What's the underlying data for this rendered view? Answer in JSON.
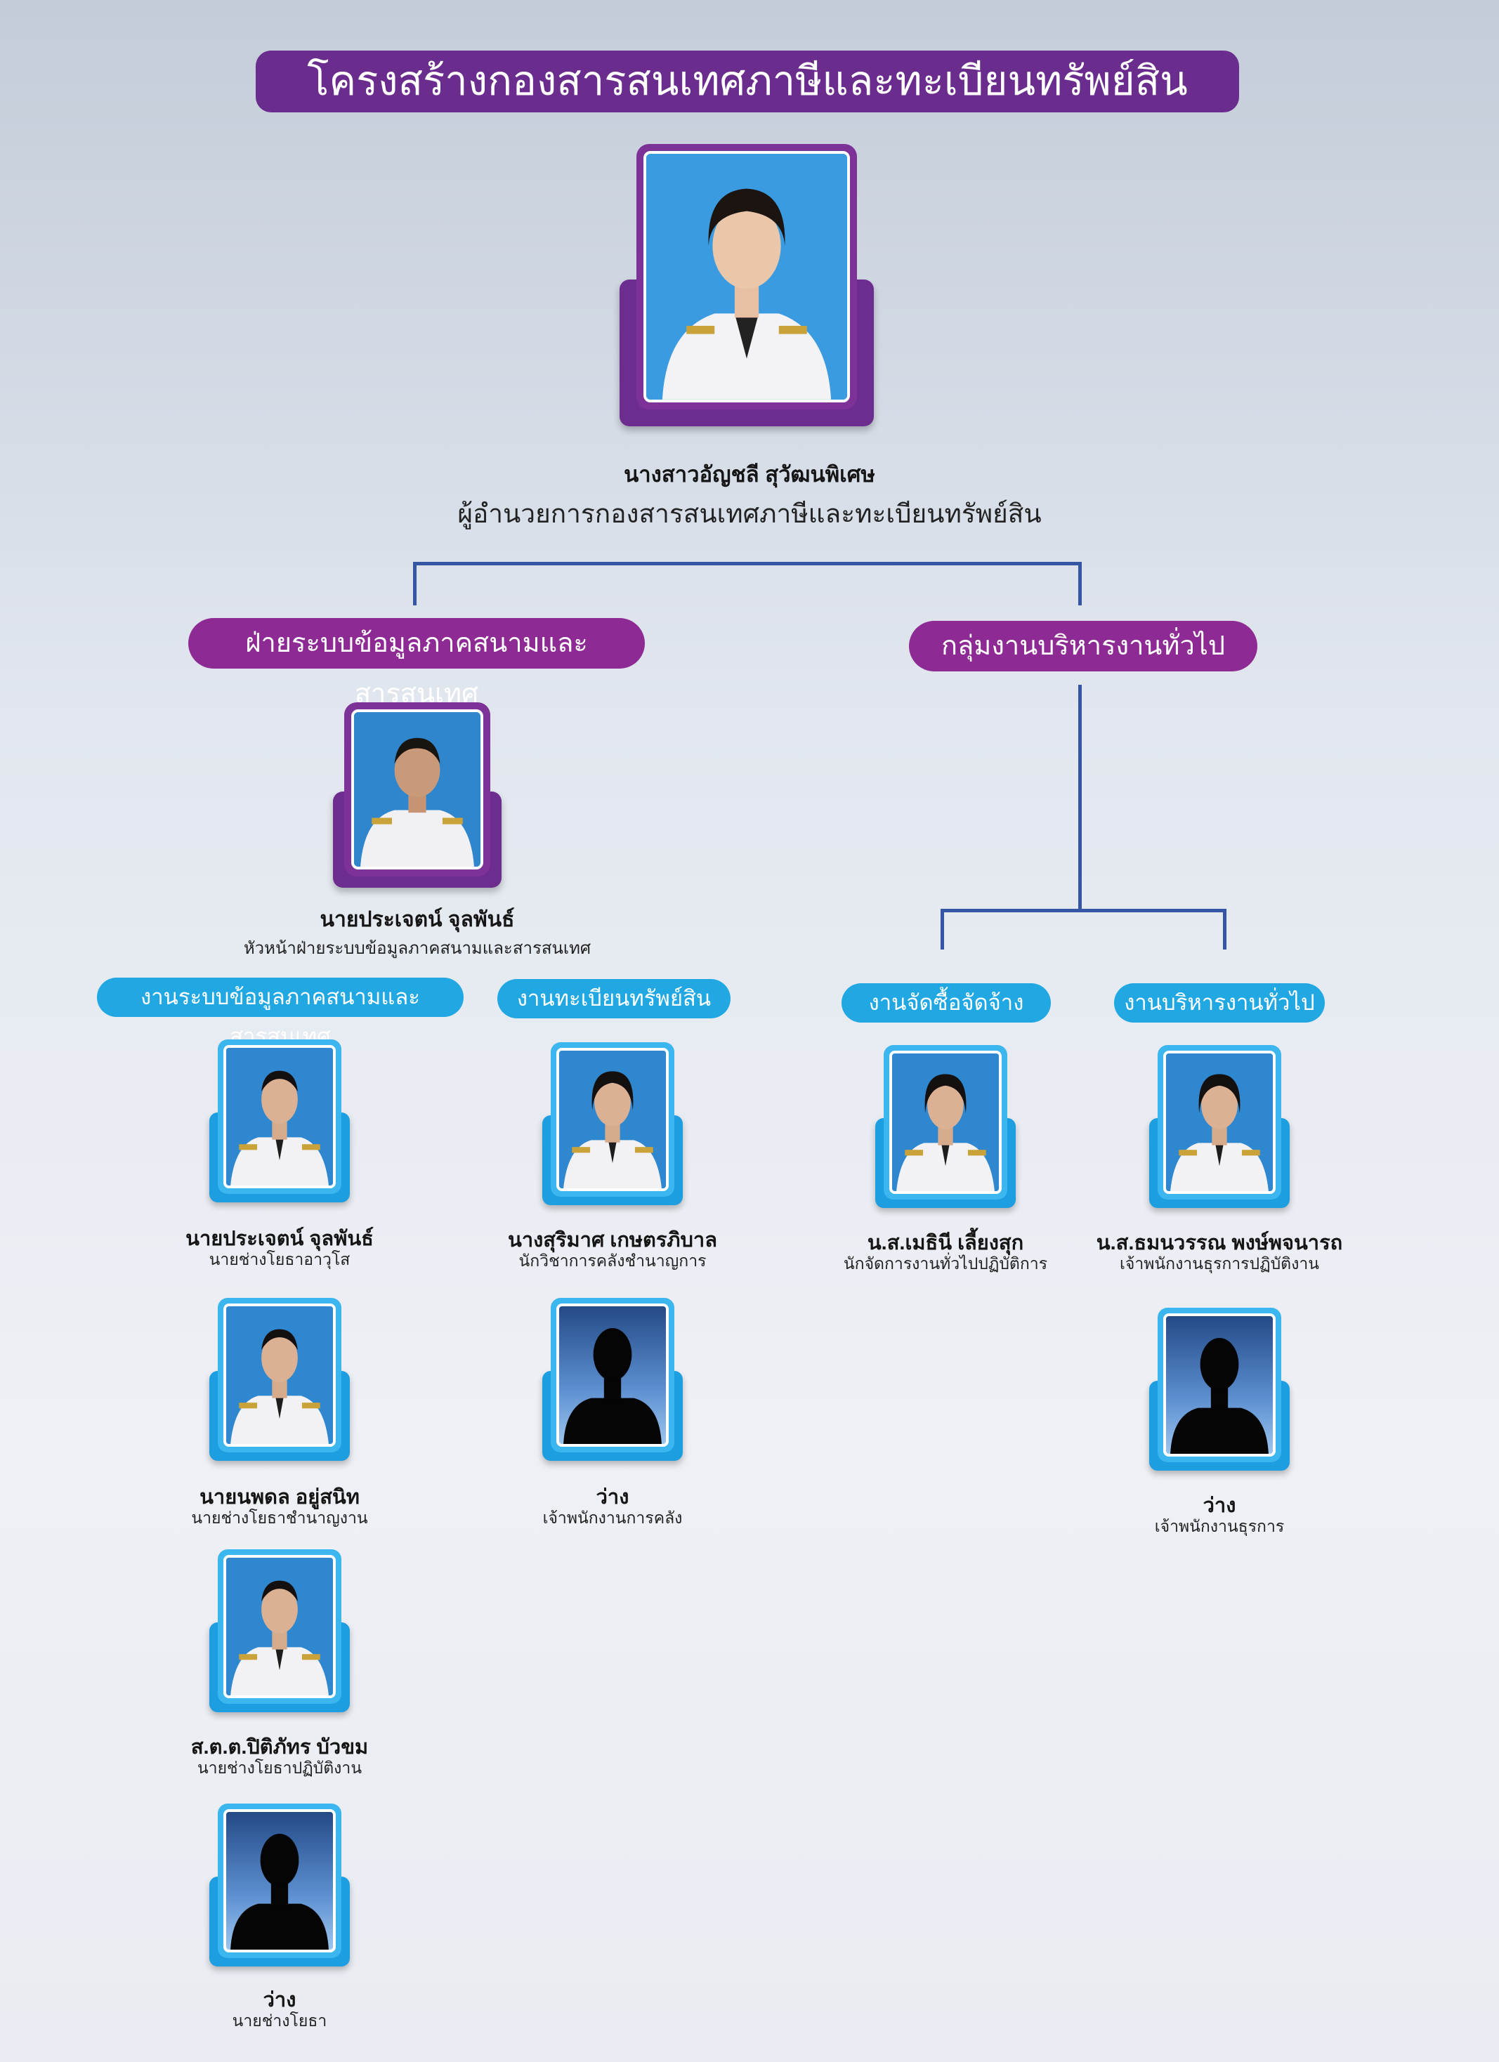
{
  "title": "โครงสร้างกองสารสนเทศภาษีและทะเบียนทรัพย์สิน",
  "director": {
    "name": "นางสาวอัญชลี สุวัฒนพิเศษ",
    "position": "ผู้อำนวยการกองสารสนเทศภาษีและทะเบียนทรัพย์สิน"
  },
  "division_left": {
    "label": "ฝ่ายระบบข้อมูลภาคสนามและสารสนเทศ",
    "head": {
      "name": "นายประเจตน์ จุลพันธ์",
      "position": "หัวหน้าฝ่ายระบบข้อมูลภาคสนามและสารสนเทศ"
    }
  },
  "division_right": {
    "label": "กลุ่มงานบริหารงานทั่วไป"
  },
  "units": [
    {
      "label": "งานระบบข้อมูลภาคสนามและสารสนเทศ",
      "members": [
        {
          "name": "นายประเจตน์ จุลพันธ์",
          "position": "นายช่างโยธาอาวุโส",
          "vacant": false
        },
        {
          "name": "นายนพดล อยู่สนิท",
          "position": "นายช่างโยธาชำนาญงาน",
          "vacant": false
        },
        {
          "name": "ส.ต.ต.ปิติภัทร บัวขม",
          "position": "นายช่างโยธาปฏิบัติงาน",
          "vacant": false
        },
        {
          "name": "ว่าง",
          "position": "นายช่างโยธา",
          "vacant": true
        }
      ]
    },
    {
      "label": "งานทะเบียนทรัพย์สิน",
      "members": [
        {
          "name": "นางสุริมาศ เกษตรภิบาล",
          "position": "นักวิชาการคลังชำนาญการ",
          "vacant": false
        },
        {
          "name": "ว่าง",
          "position": "เจ้าพนักงานการคลัง",
          "vacant": true
        }
      ]
    },
    {
      "label": "งานจัดซื้อจัดจ้าง",
      "members": [
        {
          "name": "น.ส.เมธินี เลี้ยงสุก",
          "position": "นักจัดการงานทั่วไปปฏิบัติการ",
          "vacant": false
        }
      ]
    },
    {
      "label": "งานบริหารงานทั่วไป",
      "members": [
        {
          "name": "น.ส.ธมนวรรณ พงษ์พจนารถ",
          "position": "เจ้าพนักงานธุรการปฏิบัติงาน",
          "vacant": false
        },
        {
          "name": "ว่าง",
          "position": "เจ้าพนักงานธุรการ",
          "vacant": true
        }
      ]
    }
  ],
  "colors": {
    "title_bg": "#6a2d8e",
    "division_pill": "#8e2a93",
    "unit_pill": "#21a8e2",
    "connector": "#3556a4",
    "frame_purple": "#7c3296",
    "frame_blue": "#3cb6ef"
  }
}
